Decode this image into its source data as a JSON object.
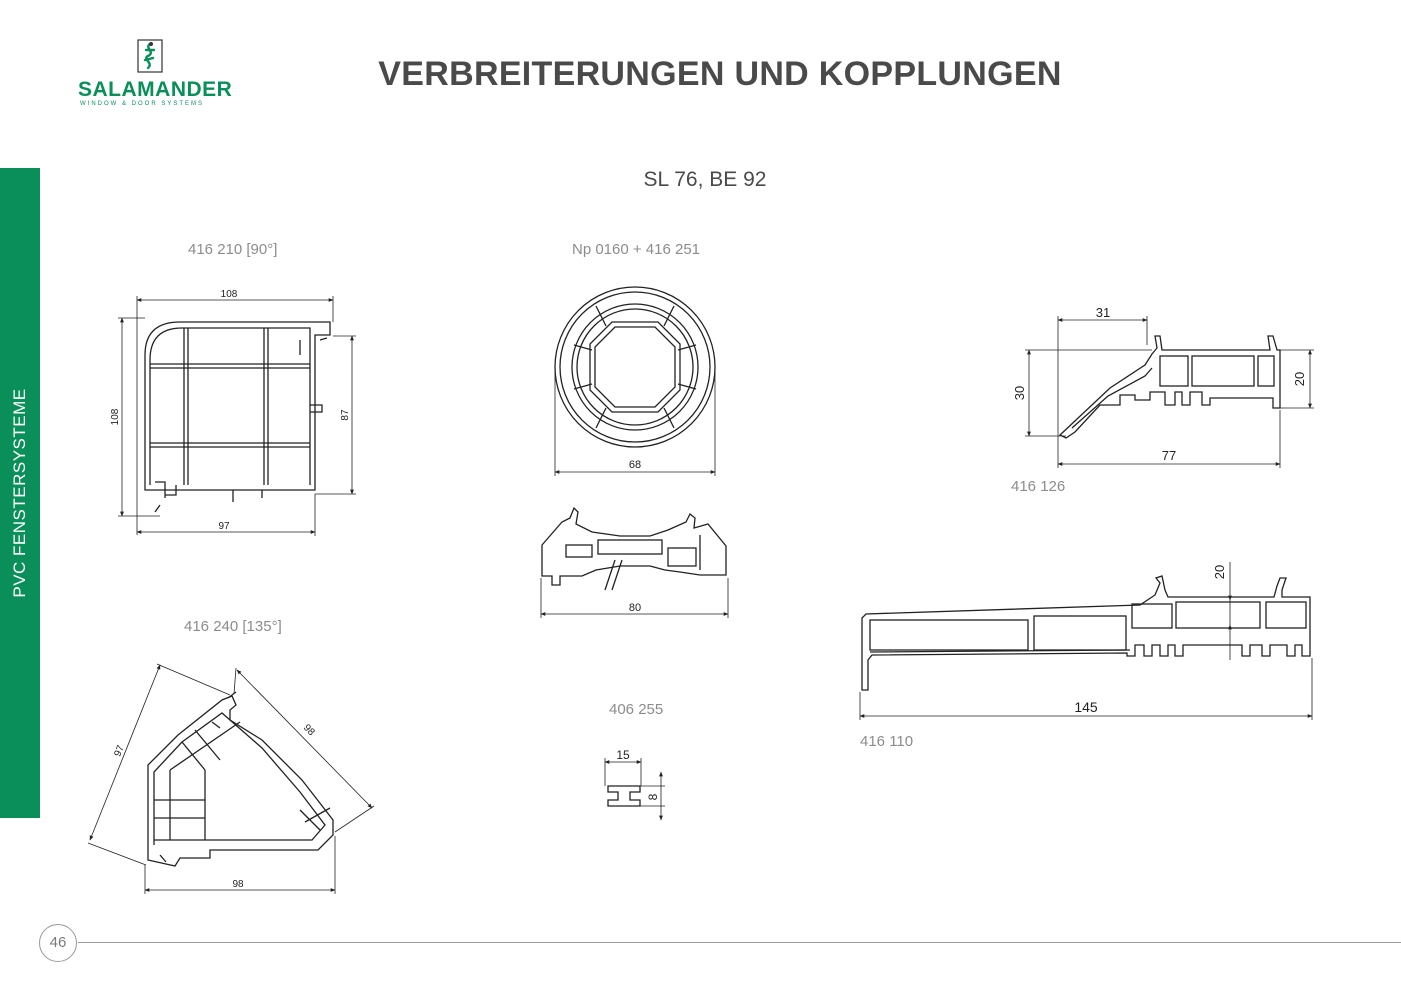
{
  "logo": {
    "brand": "SALAMANDER",
    "tagline": "WINDOW & DOOR SYSTEMS"
  },
  "header": {
    "title": "VERBREITERUNGEN UND KOPPLUNGEN"
  },
  "section": {
    "subtitle": "SL 76, BE 92"
  },
  "sidebar": {
    "label": "PVC FENSTERSYSTEME"
  },
  "captions": {
    "c1": "416 210 [90°]",
    "c2": "Np 0160 + 416 251",
    "c3": "416 126",
    "c4": "416 240 [135°]",
    "c5": "406 255",
    "c6": "416 110"
  },
  "dimensions": {
    "p1_top": "108",
    "p1_left": "108",
    "p1_right": "87",
    "p1_bottom": "97",
    "p2_round": "68",
    "p3_width": "80",
    "p4_top": "31",
    "p4_left": "30",
    "p4_right": "20",
    "p4_bottom": "77",
    "p5_left": "97",
    "p5_right": "98",
    "p5_bottom": "98",
    "p6_width": "15",
    "p6_height": "8",
    "p7_height": "20",
    "p7_width": "145"
  },
  "footer": {
    "page_number": "46"
  },
  "colors": {
    "brand_green": "#0a8f5a",
    "text_gray": "#4a4a4a",
    "caption_gray": "#8c8c8c"
  }
}
